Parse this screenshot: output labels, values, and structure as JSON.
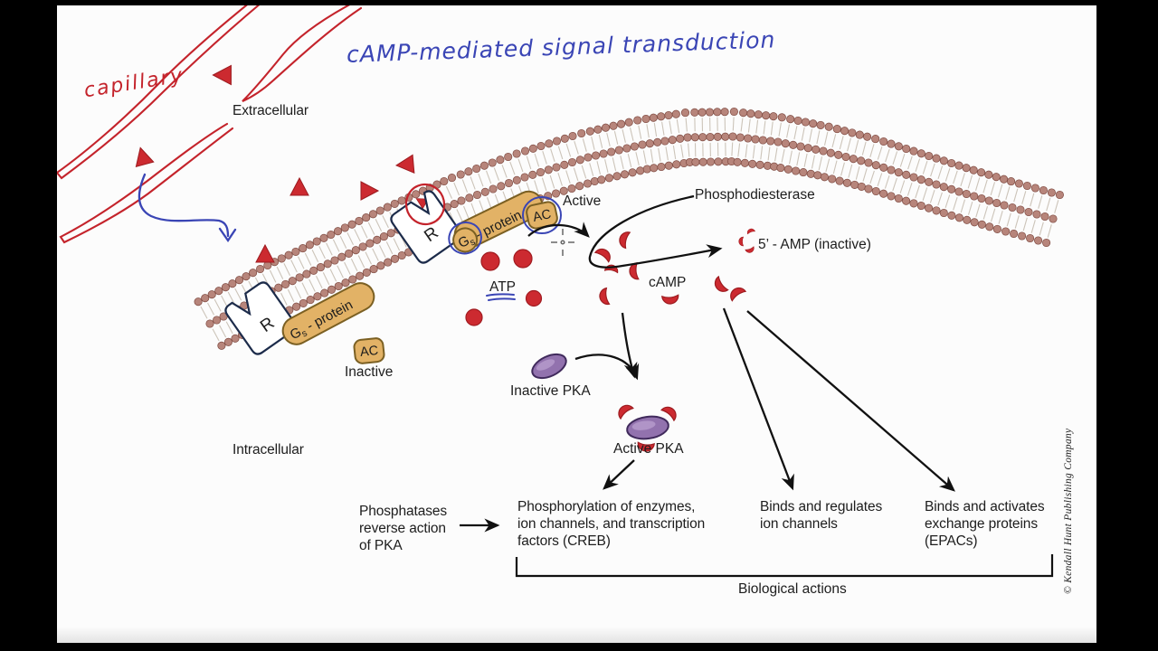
{
  "annotations": {
    "title": "cAMP-mediated signal transduction",
    "capillary": "capillary"
  },
  "regions": {
    "extracellular": "Extracellular",
    "intracellular": "Intracellular"
  },
  "complex": {
    "receptor": "R",
    "g_main": "G",
    "g_sub": "s",
    "g_rest": "- protein",
    "ac": "AC",
    "active": "Active",
    "inactive": "Inactive"
  },
  "molecules": {
    "atp": "ATP",
    "camp": "cAMP",
    "amp_inactive": "5’ - AMP (inactive)",
    "phosphodiesterase": "Phosphodiesterase"
  },
  "pka": {
    "inactive": "Inactive PKA",
    "active": "Active PKA"
  },
  "outcomes": {
    "phosphatases": [
      "Phosphatases",
      "reverse action",
      "of PKA"
    ],
    "phosphorylation": [
      "Phosphorylation of enzymes,",
      "ion channels, and transcription",
      "factors (CREB)"
    ],
    "binds_regulates": [
      "Binds and regulates",
      "ion channels"
    ],
    "binds_activates": [
      "Binds and activates",
      "exchange proteins",
      "(EPACs)"
    ],
    "biological": "Biological actions"
  },
  "footer": {
    "copyright": "© Kendall Hunt Publishing Company"
  },
  "colors": {
    "red": "#c4232b",
    "blue": "#3a45b5",
    "tan": "#e2b266",
    "purple": "#9272ae",
    "bead": "#b7857b"
  }
}
